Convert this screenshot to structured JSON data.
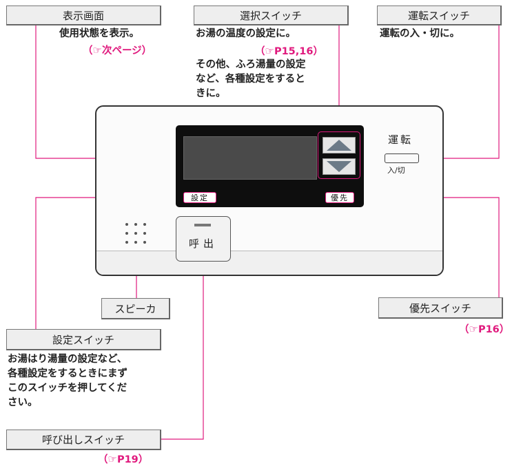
{
  "callouts": {
    "display": {
      "title": "表示画面",
      "desc": "使用状態を表示。",
      "ref": "次ページ"
    },
    "select": {
      "title": "選択スイッチ",
      "desc1": "お湯の温度の設定に。",
      "ref": "P15,16",
      "desc2": "その他、ふろ湯量の設定\nなど、各種設定をすると\nきに。"
    },
    "run": {
      "title": "運転スイッチ",
      "desc": "運転の入・切に。"
    },
    "speaker": {
      "title": "スピーカ"
    },
    "priority": {
      "title": "優先スイッチ",
      "ref": "P16"
    },
    "setting": {
      "title": "設定スイッチ",
      "desc": "お湯はり湯量の設定など、\n各種設定をするときにまず\nこのスイッチを押してくだ\nさい。"
    },
    "call": {
      "title": "呼び出しスイッチ",
      "ref": "P19"
    }
  },
  "device": {
    "run_label": "運転",
    "run_sub": "入/切",
    "setting_label": "設定",
    "priority_label": "優先",
    "call_label": "呼出"
  },
  "ref_open": "（",
  "ref_close": "）",
  "hand_glyph": "☞",
  "colors": {
    "accent": "#e0197d",
    "box_bg": "#eeeeee",
    "display_bg": "#0e0e0e",
    "arrow": "#6c7a87"
  },
  "icons": [
    "speaker-grille-icon",
    "up-arrow-icon",
    "down-arrow-icon",
    "pointing-hand-icon"
  ]
}
